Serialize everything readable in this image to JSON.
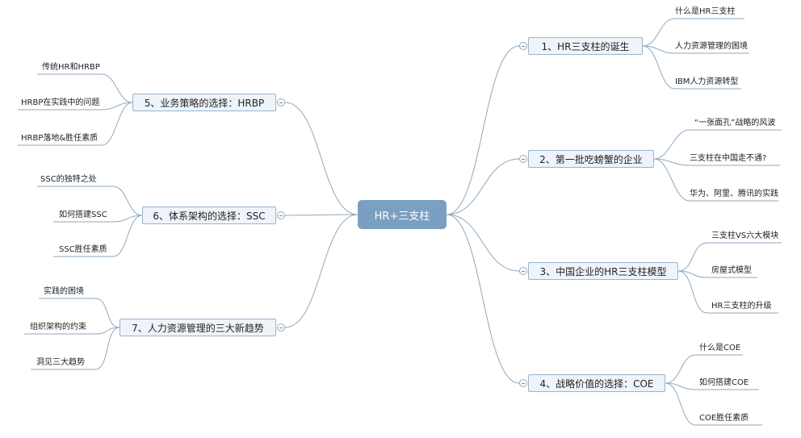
{
  "center": {
    "label": "HR+三支柱"
  },
  "branches": [
    {
      "label": "1、HR三支柱的诞生",
      "children": [
        "什么是HR三支柱",
        "人力资源管理的困境",
        "IBM人力资源转型"
      ]
    },
    {
      "label": "2、第一批吃螃蟹的企业",
      "children": [
        "“一张面孔”战略的风波",
        "三支柱在中国走不通?",
        "华为、阿里、腾讯的实践"
      ]
    },
    {
      "label": "3、中国企业的HR三支柱模型",
      "children": [
        "三支柱VS六大模块",
        "房屋式模型",
        "HR三支柱的升级"
      ]
    },
    {
      "label": "4、战略价值的选择：COE",
      "children": [
        "什么是COE",
        "如何搭建COE",
        "COE胜任素质"
      ]
    },
    {
      "label": "5、业务策略的选择：HRBP",
      "children": [
        "传统HR和HRBP",
        "HRBP在实践中的问题",
        "HRBP落地&胜任素质"
      ]
    },
    {
      "label": "6、体系架构的选择：SSC",
      "children": [
        "SSC的独特之处",
        "如何搭建SSC",
        "SSC胜任素质"
      ]
    },
    {
      "label": "7、人力资源管理的三大新趋势",
      "children": [
        "实践的困境",
        "组织架构的约束",
        "洞见三大趋势"
      ]
    }
  ],
  "colors": {
    "center": "#7a9fc1",
    "branch_fill": "#eef4fa",
    "branch_border": "#9ab4cc",
    "line": "#8ea8c0"
  }
}
